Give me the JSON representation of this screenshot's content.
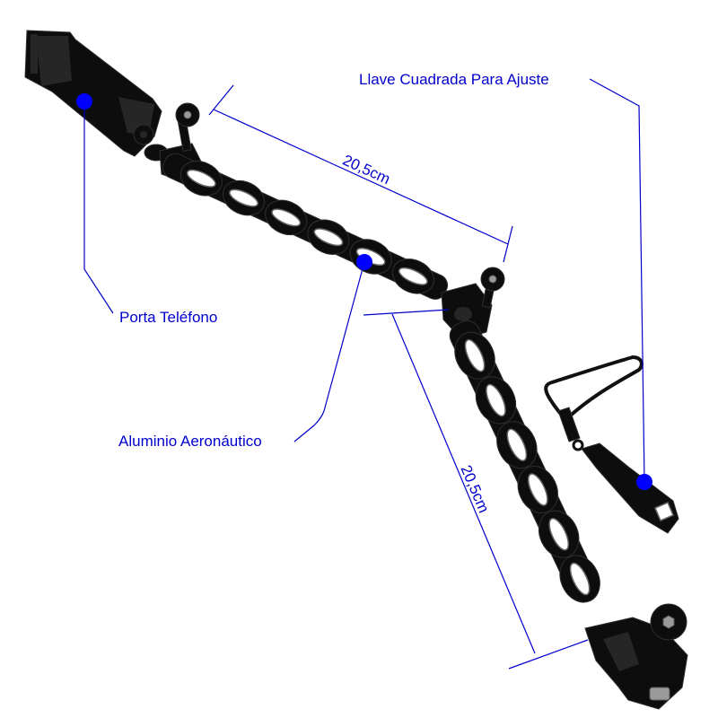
{
  "labels": {
    "wrench": "Llave Cuadrada Para Ajuste",
    "upper_arm_length": "20,5cm",
    "lower_arm_length": "20,5cm",
    "phone_holder": "Porta Teléfono",
    "material": "Aluminio Aeronáutico"
  },
  "colors": {
    "annotation": "#0000cc",
    "marker": "#0000ff",
    "product": "#0d0d0d"
  }
}
